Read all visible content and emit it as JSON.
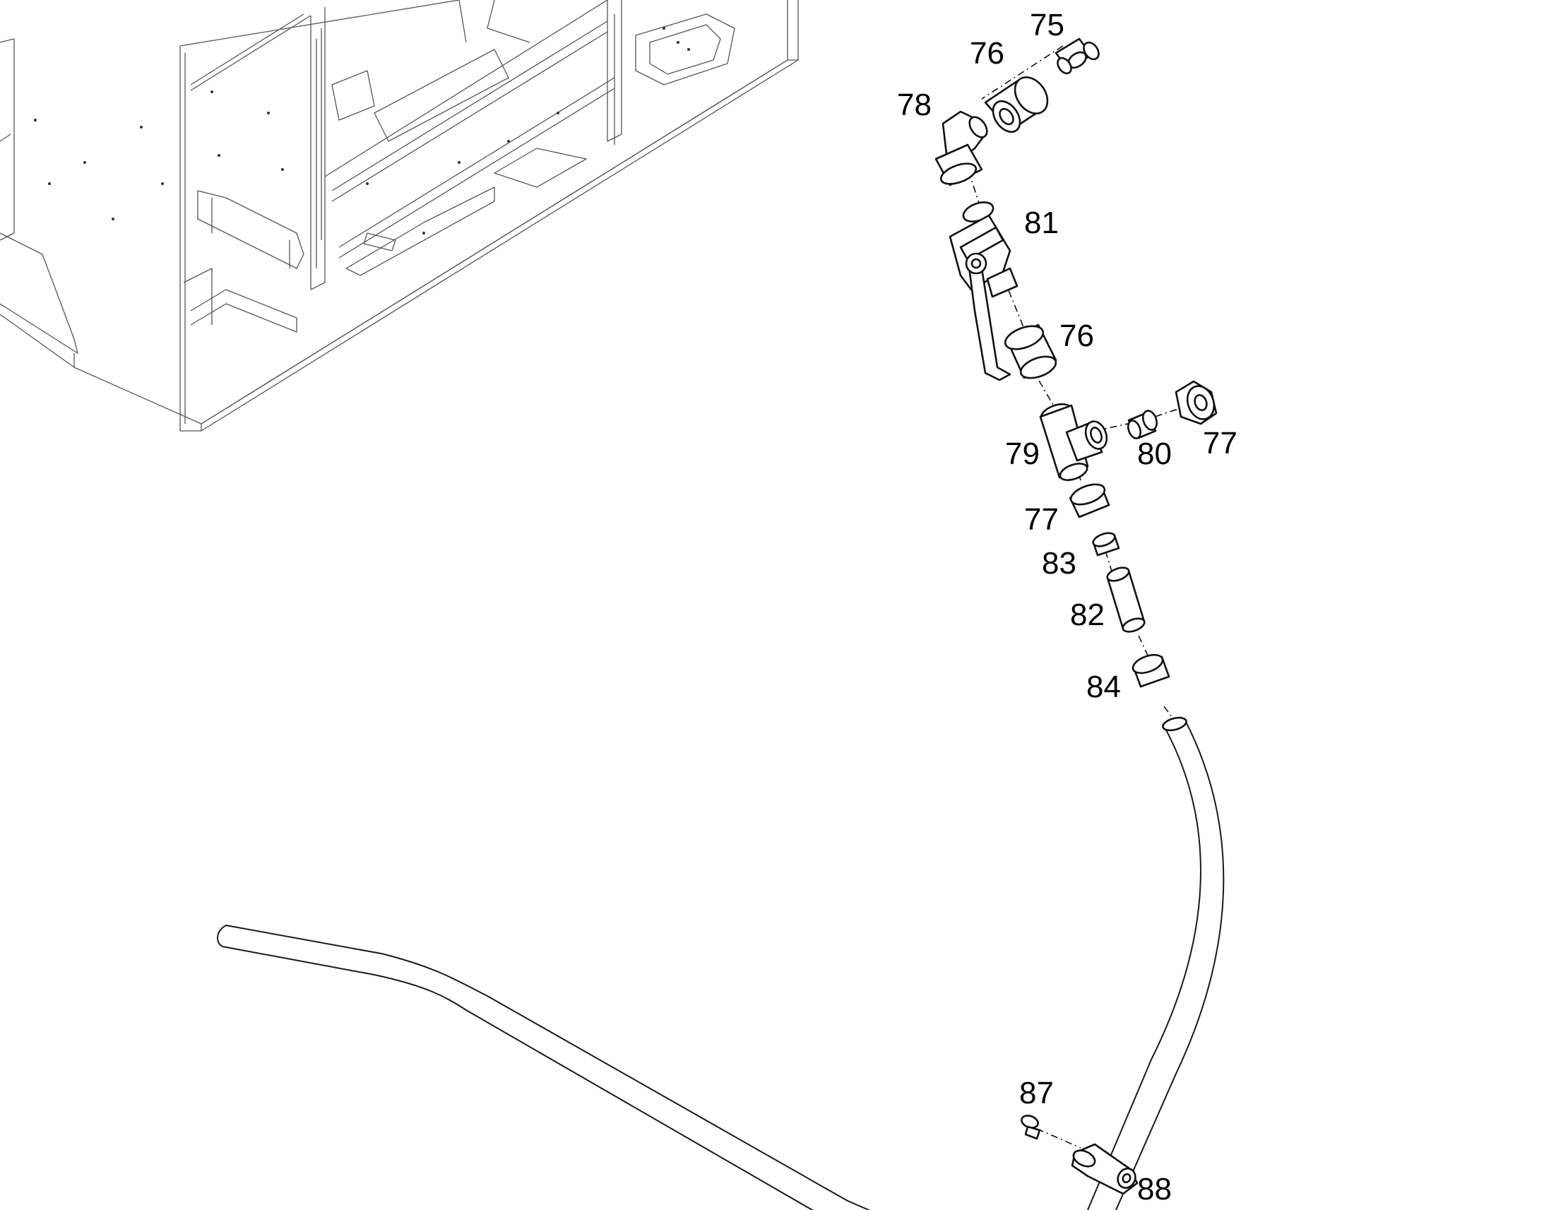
{
  "callouts": [
    {
      "id": "c75",
      "text": "75"
    },
    {
      "id": "c76a",
      "text": "76"
    },
    {
      "id": "c78",
      "text": "78"
    },
    {
      "id": "c81",
      "text": "81"
    },
    {
      "id": "c76b",
      "text": "76"
    },
    {
      "id": "c79",
      "text": "79"
    },
    {
      "id": "c80",
      "text": "80"
    },
    {
      "id": "c77a",
      "text": "77"
    },
    {
      "id": "c77b",
      "text": "77"
    },
    {
      "id": "c83",
      "text": "83"
    },
    {
      "id": "c82",
      "text": "82"
    },
    {
      "id": "c84",
      "text": "84"
    },
    {
      "id": "c87",
      "text": "87"
    },
    {
      "id": "c88",
      "text": "88"
    }
  ]
}
